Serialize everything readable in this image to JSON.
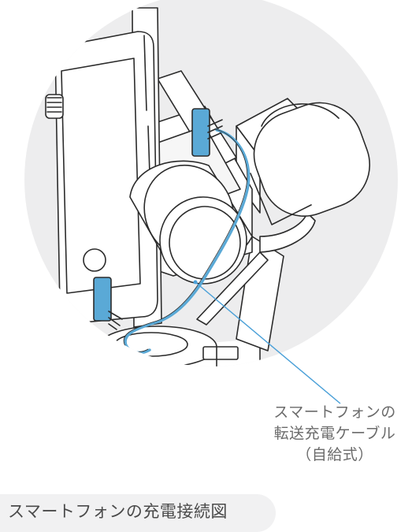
{
  "callout": {
    "line1": "スマートフォンの",
    "line2": "転送充電ケーブル",
    "line3": "（自給式）"
  },
  "caption": {
    "text": "スマートフォンの充電接続図"
  },
  "colors": {
    "circle_background": "#ededee",
    "line_art": "#2b2b2b",
    "cable_accent": "#5aa9d6",
    "callout_line": "#4aa0d8",
    "text": "#6b6b6b",
    "caption_background": "#f1f1f2"
  },
  "icons": [
    "gimbal-illustration",
    "smartphone-icon",
    "charging-cable-icon"
  ]
}
